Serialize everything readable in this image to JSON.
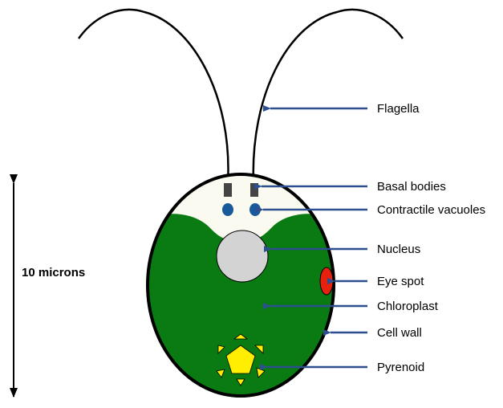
{
  "diagram": {
    "labels": {
      "flagella": "Flagella",
      "basal_bodies": "Basal bodies",
      "contractile_vacuoles": "Contractile vacuoles",
      "nucleus": "Nucleus",
      "eye_spot": "Eye spot",
      "chloroplast": "Chloroplast",
      "cell_wall": "Cell wall",
      "pyrenoid": "Pyrenoid"
    },
    "scale_label": "10 microns"
  },
  "colors": {
    "cell_wall": "#000000",
    "cytoplasm": "#fafaf0",
    "chloroplast": "#0a7a12",
    "nucleus": "#d3d3d3",
    "eye_spot": "#e8210f",
    "pyrenoid": "#ffee00",
    "vacuole": "#1a5a9a",
    "basal_body": "#444444",
    "arrow": "#2d4f8f"
  }
}
